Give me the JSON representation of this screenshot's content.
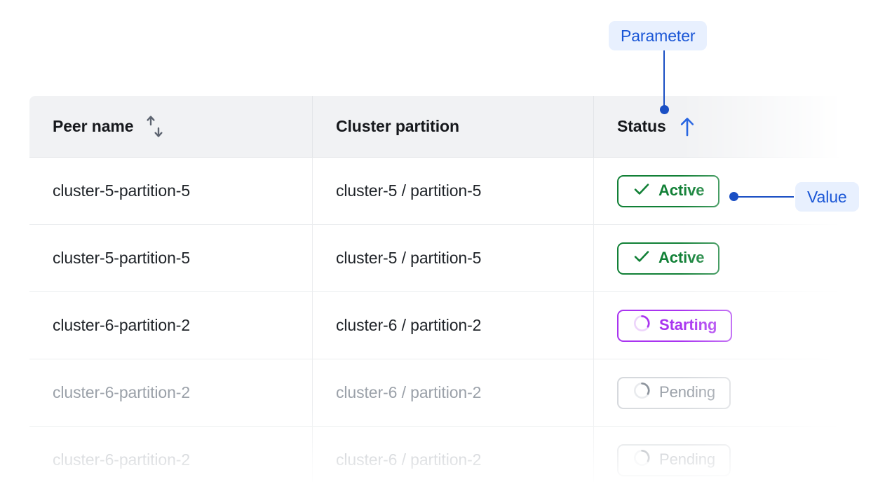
{
  "table": {
    "columns": [
      {
        "label": "Peer name",
        "sort_icon": "sort-both-icon",
        "sorted": false
      },
      {
        "label": "Cluster partition",
        "sort_icon": null,
        "sorted": false
      },
      {
        "label": "Status",
        "sort_icon": "arrow-up-icon",
        "sorted": true,
        "sort_direction": "ascending"
      }
    ],
    "rows": [
      {
        "peer_name": "cluster-5-partition-5",
        "cluster_partition": "cluster-5 / partition-5",
        "status": "Active",
        "status_kind": "active",
        "status_icon": "check-icon",
        "dimmed": false
      },
      {
        "peer_name": "cluster-5-partition-5",
        "cluster_partition": "cluster-5 / partition-5",
        "status": "Active",
        "status_kind": "active",
        "status_icon": "check-icon",
        "dimmed": false
      },
      {
        "peer_name": "cluster-6-partition-2",
        "cluster_partition": "cluster-6 / partition-2",
        "status": "Starting",
        "status_kind": "starting",
        "status_icon": "spinner-icon",
        "dimmed": false
      },
      {
        "peer_name": "cluster-6-partition-2",
        "cluster_partition": "cluster-6 / partition-2",
        "status": "Pending",
        "status_kind": "pending",
        "status_icon": "spinner-icon",
        "dimmed": true
      },
      {
        "peer_name": "cluster-6-partition-2",
        "cluster_partition": "cluster-6 / partition-2",
        "status": "Pending",
        "status_kind": "pending",
        "status_icon": "spinner-icon",
        "dimmed": true
      }
    ]
  },
  "callouts": {
    "parameter_label": "Parameter",
    "value_label": "Value"
  },
  "colors": {
    "accent_blue": "#1a4fc4",
    "callout_bg": "#e8f0fe",
    "callout_text": "#1a56d6",
    "status_active": "#118036",
    "status_starting": "#a934f0",
    "status_pending": "#9ba1a9",
    "header_bg": "#f1f2f4",
    "sort_active": "#1f5fe0"
  }
}
